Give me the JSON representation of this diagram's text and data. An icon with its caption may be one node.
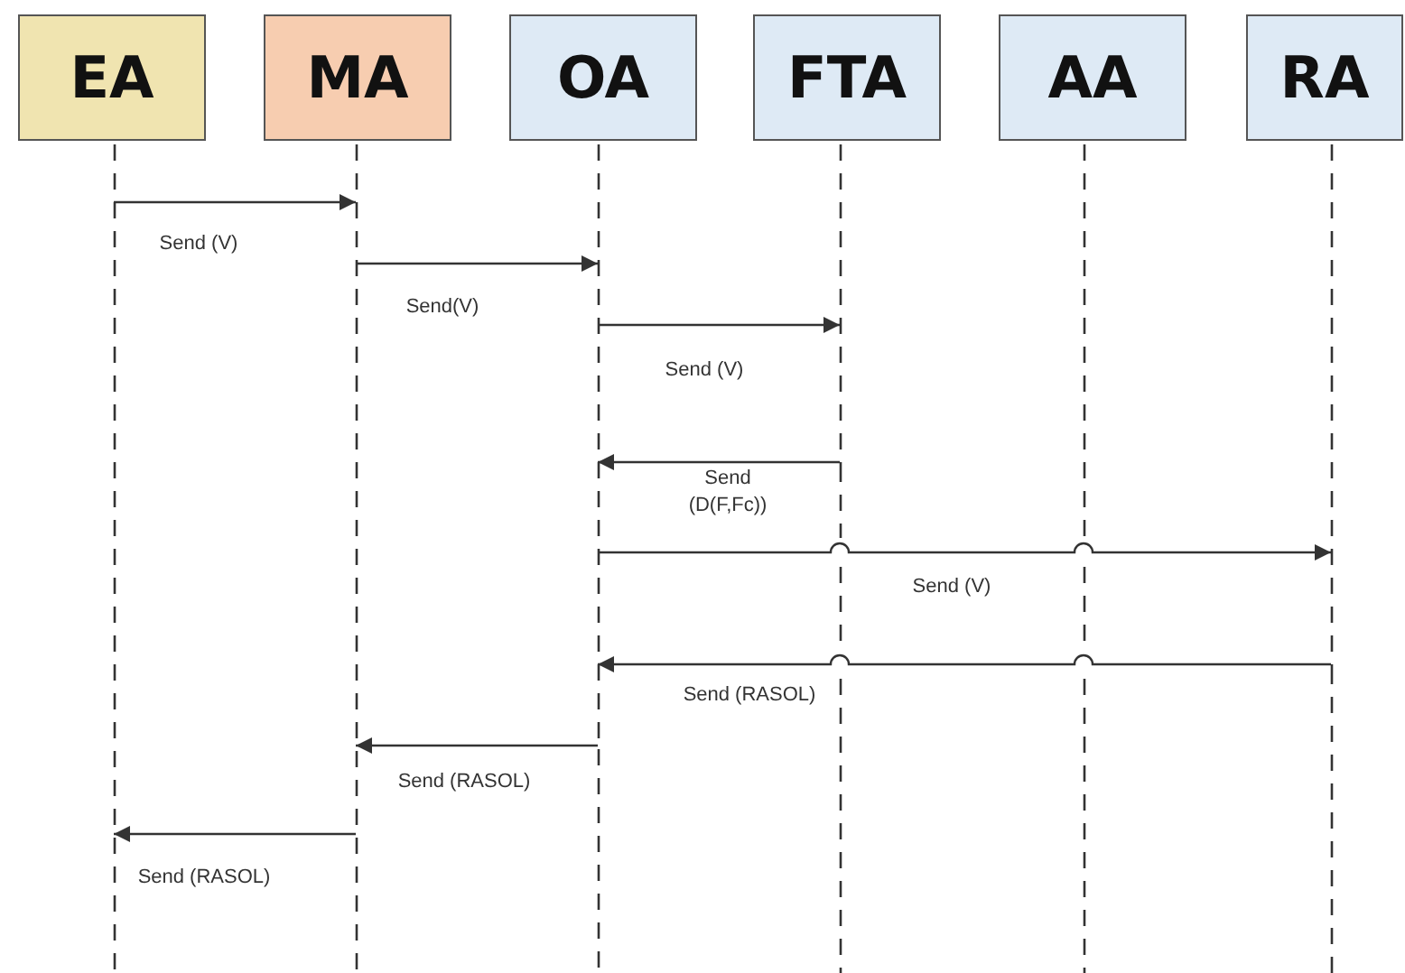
{
  "diagram": {
    "nodes": [
      {
        "text": [
          "EA"
        ]
      },
      {
        "text": [
          "MA"
        ]
      },
      {
        "text": [
          "OA"
        ]
      },
      {
        "text": [
          "FTA"
        ]
      },
      {
        "text": [
          "AA"
        ]
      },
      {
        "text": [
          "RA"
        ]
      }
    ],
    "edges": [
      {
        "from": 0,
        "to": 1,
        "arrow": "to",
        "label": "Send (V)"
      },
      {
        "from": 1,
        "to": 2,
        "arrow": "to",
        "label": "Send(V)"
      },
      {
        "from": 2,
        "to": 3,
        "arrow": "to",
        "label": "Send (V)"
      },
      {
        "from": 3,
        "to": 2,
        "arrow": "to",
        "label": "Send (D(F,Fc))"
      },
      {
        "from": 2,
        "to": 5,
        "arrow": "to",
        "label": "Send (V)"
      },
      {
        "from": 5,
        "to": 2,
        "arrow": "to",
        "label": "Send (RASOL)"
      },
      {
        "from": 2,
        "to": 1,
        "arrow": "to",
        "label": "Send (RASOL)"
      },
      {
        "from": 1,
        "to": 0,
        "arrow": "to",
        "label": "Send (RASOL)"
      }
    ]
  }
}
